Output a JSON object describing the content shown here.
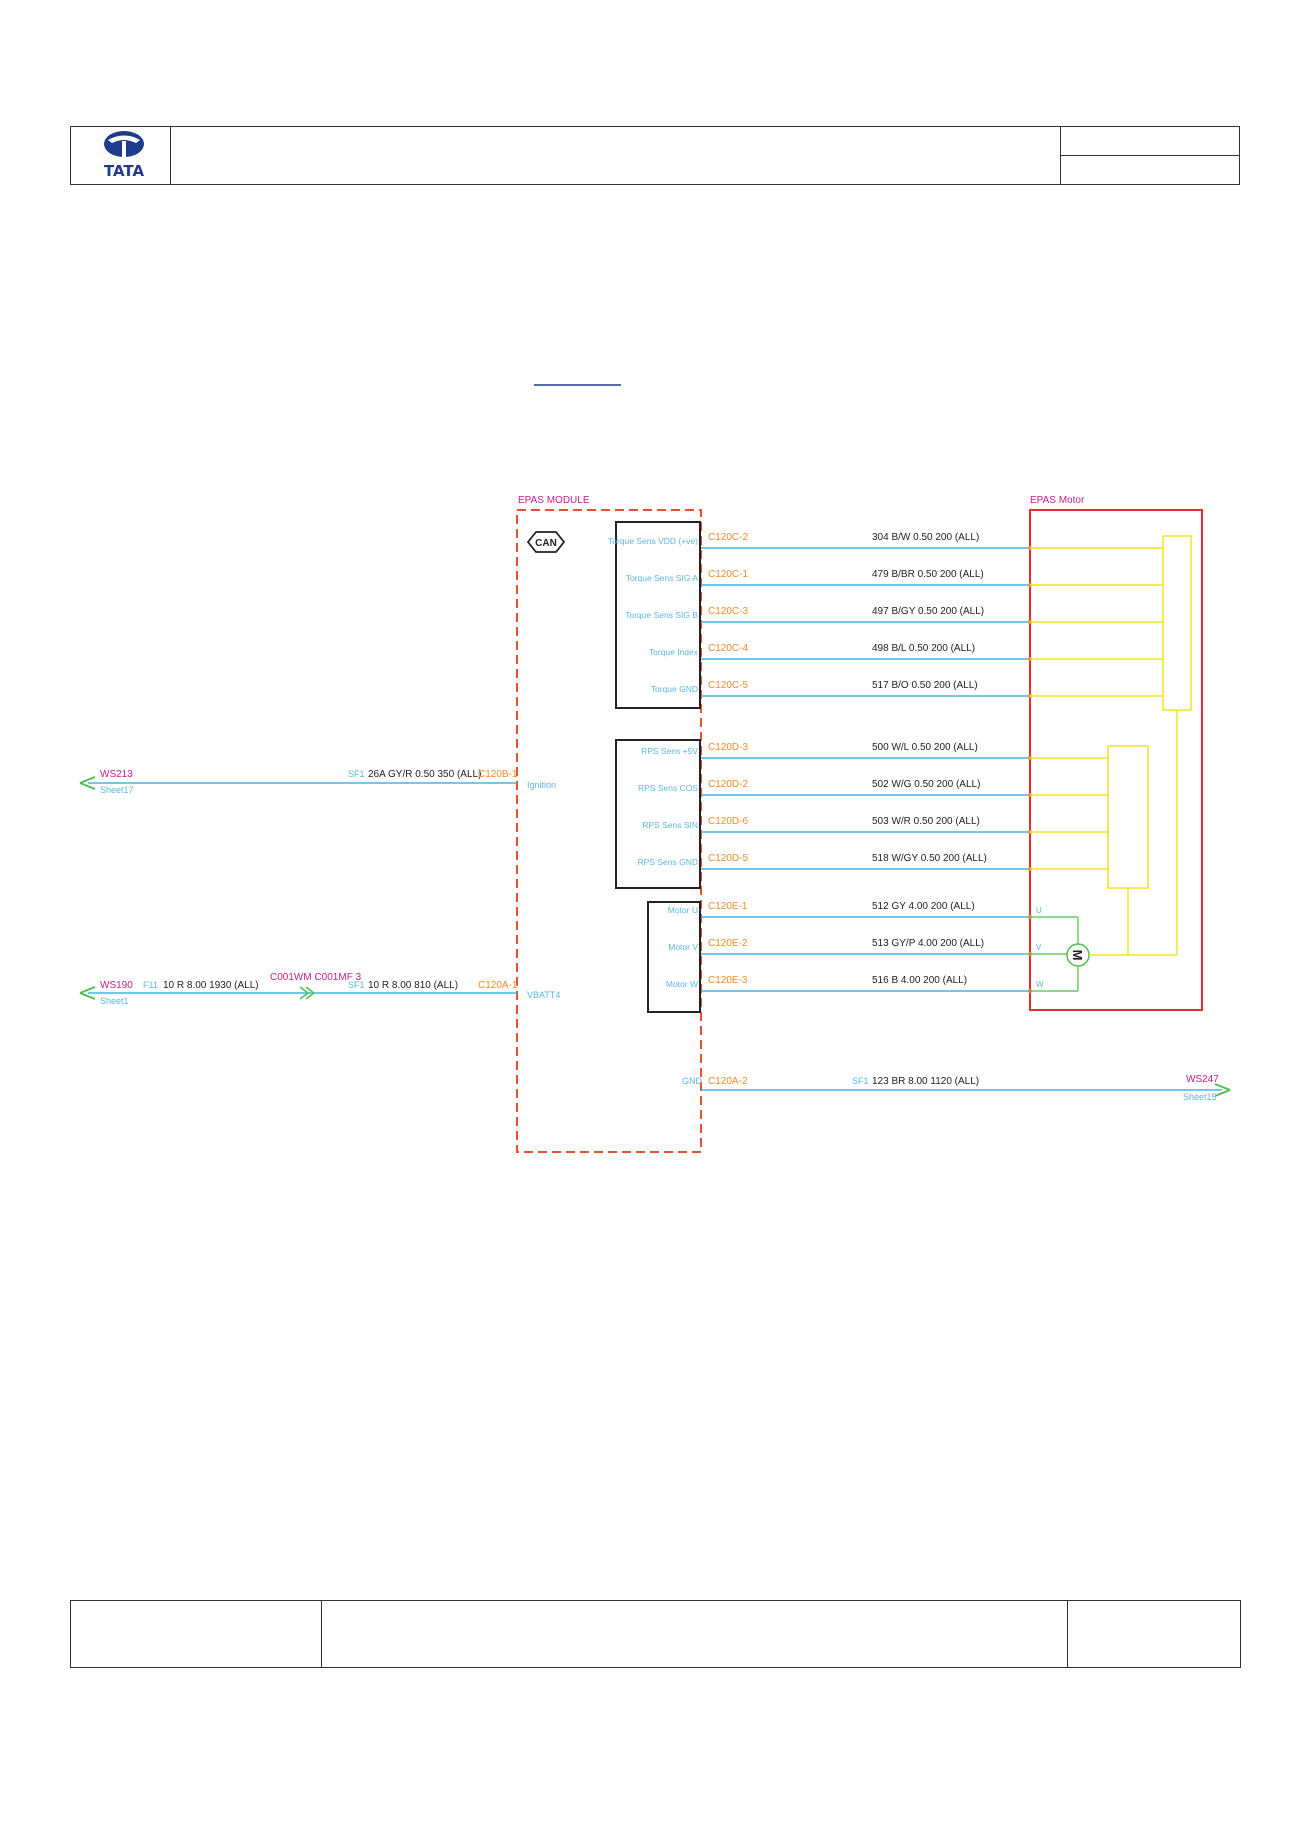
{
  "header": {
    "logo_text": "TATA"
  },
  "colors": {
    "harness": "#45b5e0",
    "connector": "#f08a2a",
    "wire_label": "#222222",
    "component_title": "#c0218d",
    "pin_label": "#5bb7dd",
    "motor_box": "#e03030",
    "module_box": "#e85030",
    "yellow_wire": "#f2e326",
    "offpage": "#4cbf4c"
  },
  "module": {
    "title": "EPAS MODULE",
    "can_label": "CAN",
    "ignition_label": "Ignition",
    "battery_label": "VBATT4",
    "gnd_label": "GND"
  },
  "motor": {
    "title": "EPAS Motor",
    "symbol": "M",
    "phases": [
      "U",
      "V",
      "W"
    ]
  },
  "torque_sensor": {
    "pins": [
      {
        "label": "Torque Sens VDD (+ve)",
        "connector": "C120C-2",
        "wire": "304 B/W 0.50 200 (ALL)"
      },
      {
        "label": "Torque Sens SIG A",
        "connector": "C120C-1",
        "wire": "479 B/BR 0.50 200 (ALL)"
      },
      {
        "label": "Torque Sens SIG B",
        "connector": "C120C-3",
        "wire": "497 B/GY 0.50 200 (ALL)"
      },
      {
        "label": "Torque Index",
        "connector": "C120C-4",
        "wire": "498 B/L 0.50 200 (ALL)"
      },
      {
        "label": "Torque GND",
        "connector": "C120C-5",
        "wire": "517 B/O 0.50 200 (ALL)"
      }
    ]
  },
  "rps_sensor": {
    "pins": [
      {
        "label": "RPS Sens +5V",
        "connector": "C120D-3",
        "wire": "500 W/L 0.50 200 (ALL)"
      },
      {
        "label": "RPS Sens COS",
        "connector": "C120D-2",
        "wire": "502 W/G 0.50 200 (ALL)"
      },
      {
        "label": "RPS Sens SIN",
        "connector": "C120D-6",
        "wire": "503 W/R 0.50 200 (ALL)"
      },
      {
        "label": "RPS Sens GND",
        "connector": "C120D-5",
        "wire": "518 W/GY 0.50 200 (ALL)"
      }
    ]
  },
  "motor_phases": {
    "pins": [
      {
        "label": "Motor U",
        "connector": "C120E-1",
        "wire": "512 GY 4.00 200 (ALL)"
      },
      {
        "label": "Motor V",
        "connector": "C120E-2",
        "wire": "513 GY/P 4.00 200 (ALL)"
      },
      {
        "label": "Motor W",
        "connector": "C120E-3",
        "wire": "516 B 4.00 200 (ALL)"
      }
    ]
  },
  "left_circuits": [
    {
      "offpage_ref": "WS213",
      "sheet": "Sheet17",
      "splice": "SF1",
      "wire": "26A GY/R 0.50 350 (ALL)",
      "connector": "C120B-1"
    },
    {
      "offpage_ref": "WS190",
      "sheet": "Sheet1",
      "fuse": "F11",
      "wire_left": "10 R 8.00 1930 (ALL)",
      "inline_connector": "C001WM C001MF 3",
      "splice": "SF1",
      "wire_right": "10 R 8.00 810 (ALL)",
      "connector": "C120A-1"
    }
  ],
  "ground_circuit": {
    "connector": "C120A-2",
    "splice": "SF1",
    "wire": "123 BR 8.00 1120 (ALL)",
    "offpage_ref": "WS247",
    "sheet": "Sheet15"
  }
}
